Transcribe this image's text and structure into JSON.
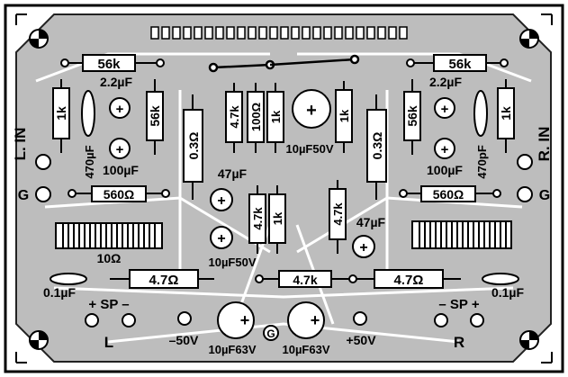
{
  "labels": {
    "r56k_l": "56k",
    "r56k_r": "56k",
    "c22_l": "2.2µF",
    "c22_r": "2.2µF",
    "r1k_l": "1k",
    "r56k_vl": "56k",
    "r03_l": "0.3Ω",
    "r47k_top1": "4.7k",
    "r100": "100Ω",
    "r1k_top": "1k",
    "c10u50_top": "10µF50V",
    "r1k_mid": "1k",
    "r03_r": "0.3Ω",
    "r56k_vr": "56k",
    "r1k_r": "1k",
    "l_in": "L. IN",
    "r_in": "R. IN",
    "c470_l": "470µF",
    "c470_r": "470pF",
    "c100_l": "100µF",
    "c100_r": "100µF",
    "c47_l": "47µF",
    "c47_r": "47µF",
    "g_l": "G",
    "g_r": "G",
    "r560_l": "560Ω",
    "r560_r": "560Ω",
    "r47k_a": "4.7k",
    "r1k_b": "1k",
    "r47k_c": "4.7k",
    "c10u50_b": "10µF50V",
    "l10": "10Ω",
    "r47_l": "4.7Ω",
    "r47k_h": "4.7k",
    "r47_r": "4.7Ω",
    "c01_l": "0.1µF",
    "c01_r": "0.1µF",
    "sp_l": "+ SP –",
    "sp_r": "– SP +",
    "ch_l": "L",
    "ch_r": "R",
    "m50": "–50V",
    "p50": "+50V",
    "gnd": "G",
    "c63_l": "10µF63V",
    "c63_r": "10µF63V",
    "plus": "+"
  }
}
